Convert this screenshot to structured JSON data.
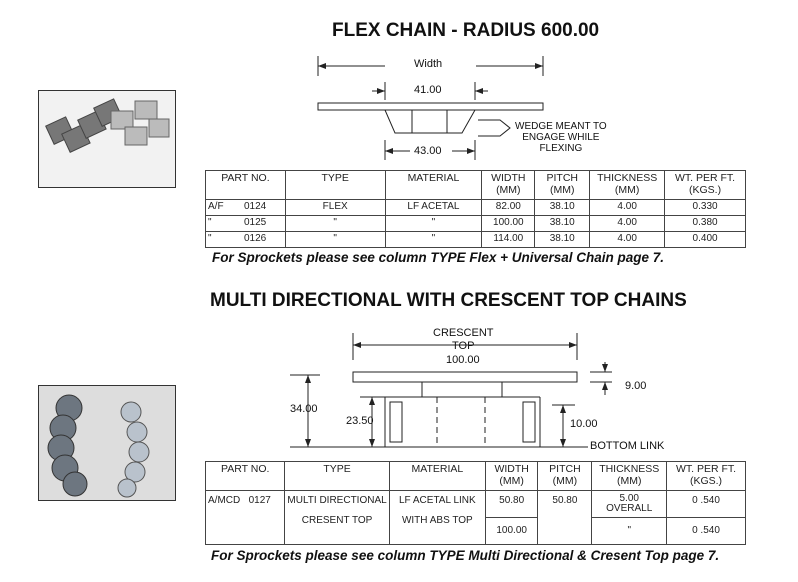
{
  "section1": {
    "title": "FLEX CHAIN - RADIUS 600.00",
    "diagram": {
      "width_label": "Width",
      "dim_top": "41.00",
      "dim_bottom": "43.00",
      "wedge_note": [
        "WEDGE MEANT TO",
        "ENGAGE WHILE",
        "FLEXING"
      ]
    },
    "table": {
      "headers": [
        "PART NO.",
        "TYPE",
        "MATERIAL",
        "WIDTH\n(MM)",
        "PITCH\n(MM)",
        "THICKNESS\n(MM)",
        "WT. PER FT.\n(KGS.)"
      ],
      "rows": [
        [
          "A/F",
          "0124",
          "FLEX",
          "LF ACETAL",
          "82.00",
          "38.10",
          "4.00",
          "0.330"
        ],
        [
          "\"",
          "0125",
          "\"",
          "\"",
          "100.00",
          "38.10",
          "4.00",
          "0.380"
        ],
        [
          "\"",
          "0126",
          "\"",
          "\"",
          "114.00",
          "38.10",
          "4.00",
          "0.400"
        ]
      ]
    },
    "note": "For Sprockets please see column TYPE Flex + Universal Chain page 7."
  },
  "section2": {
    "title": "MULTI  DIRECTIONAL  WITH CRESCENT TOP CHAINS",
    "diagram": {
      "crescent_label_1": "CRESCENT",
      "crescent_label_2": "TOP",
      "dim_top": "100.00",
      "dim_height": "34.00",
      "dim_link": "23.50",
      "dim_plate": "9.00",
      "dim_bottom": "10.00",
      "bottom_link": "BOTTOM LINK"
    },
    "table": {
      "headers": [
        "PART NO.",
        "TYPE",
        "MATERIAL",
        "WIDTH\n(MM)",
        "PITCH\n(MM)",
        "THICKNESS\n(MM)",
        "WT. PER FT.\n(KGS.)"
      ],
      "part": "A/MCD",
      "part_no": "0127",
      "type": [
        "MULTI DIRECTIONAL",
        "CRESENT TOP"
      ],
      "material": [
        "LF ACETAL LINK",
        "WITH ABS TOP"
      ],
      "widths": [
        "50.80",
        "100.00"
      ],
      "pitch": "50.80",
      "thickness": [
        "5.00",
        "OVERALL",
        "\""
      ],
      "weights": [
        "0 .540",
        "0 .540"
      ]
    },
    "note": "For Sprockets please see column TYPE Multi Directional & Cresent Top page 7."
  }
}
